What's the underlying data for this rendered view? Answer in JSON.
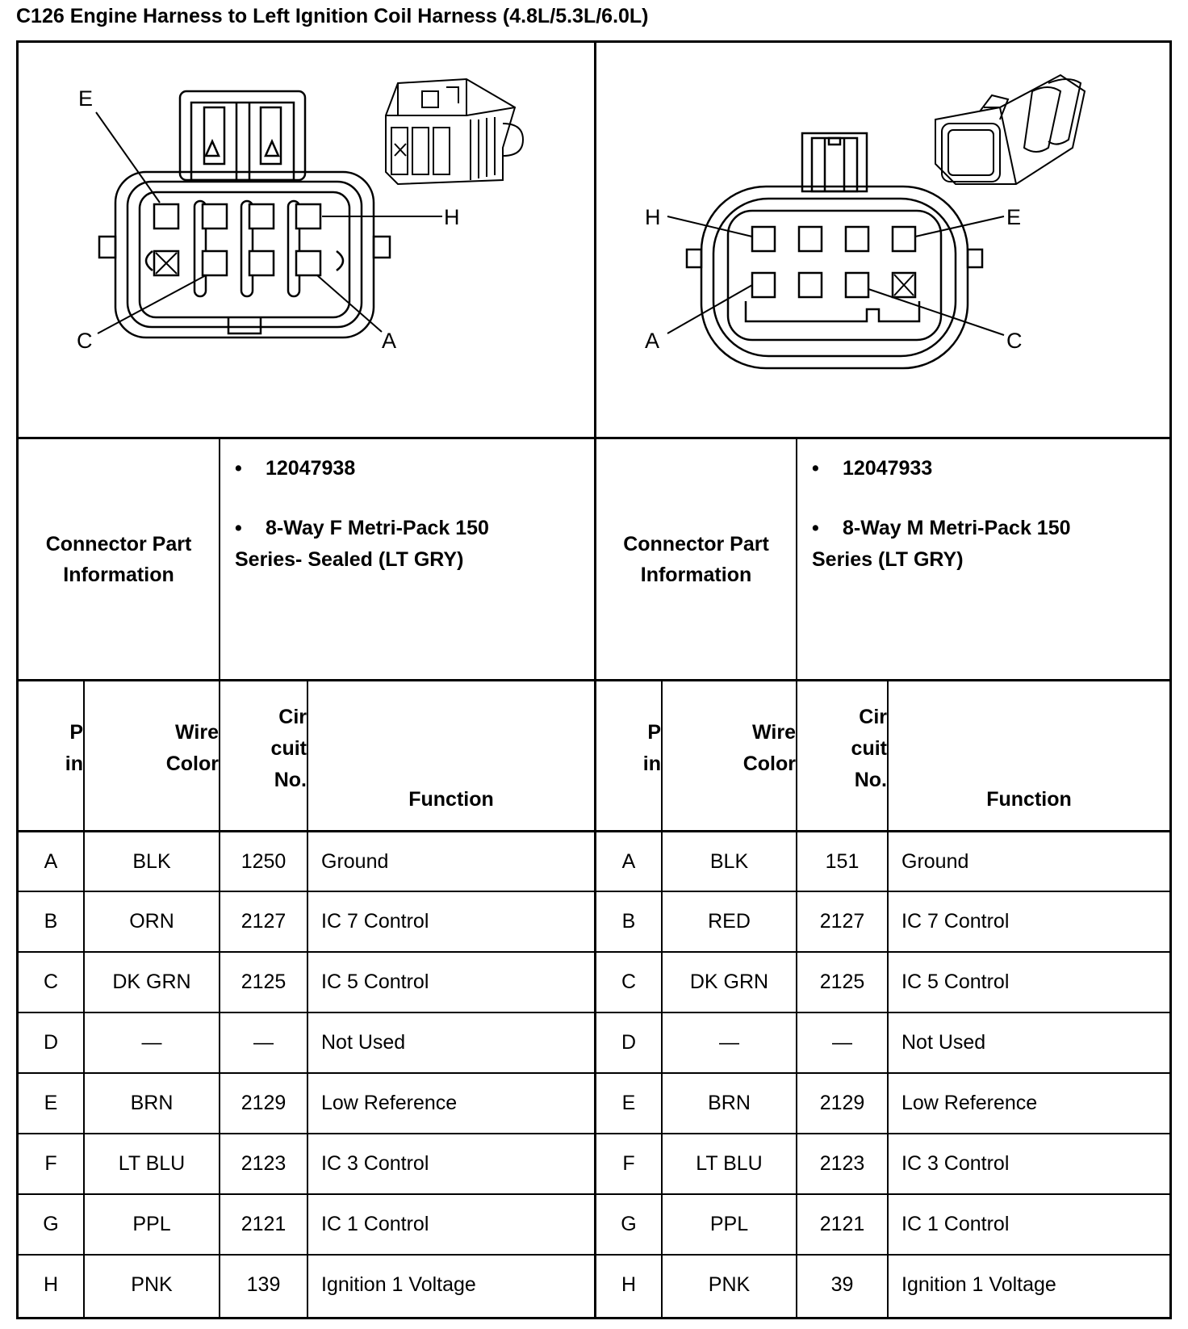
{
  "title": "C126 Engine Harness to Left Ignition Coil Harness (4.8L/5.3L/6.0L)",
  "connectors": [
    {
      "side": "left",
      "pin_labels": {
        "e": "E",
        "h": "H",
        "c": "C",
        "a": "A"
      },
      "info_label_line1": "Connector Part",
      "info_label_line2": "Information",
      "part_number": "12047938",
      "description_line1": "8-Way F Metri-Pack 150",
      "description_line2": "Series- Sealed (LT GRY)",
      "headers": {
        "pin1": "P",
        "pin2": "in",
        "wire1": "Wire",
        "wire2": "Color",
        "cir1": "Cir",
        "cir2": "cuit",
        "cir3": "No.",
        "function": "Function"
      },
      "rows": [
        {
          "pin": "A",
          "color": "BLK",
          "circuit": "1250",
          "function": "Ground"
        },
        {
          "pin": "B",
          "color": "ORN",
          "circuit": "2127",
          "function": "IC 7 Control"
        },
        {
          "pin": "C",
          "color": "DK GRN",
          "circuit": "2125",
          "function": "IC 5 Control"
        },
        {
          "pin": "D",
          "color": "—",
          "circuit": "—",
          "function": "Not Used"
        },
        {
          "pin": "E",
          "color": "BRN",
          "circuit": "2129",
          "function": "Low Reference"
        },
        {
          "pin": "F",
          "color": "LT BLU",
          "circuit": "2123",
          "function": "IC 3 Control"
        },
        {
          "pin": "G",
          "color": "PPL",
          "circuit": "2121",
          "function": "IC 1 Control"
        },
        {
          "pin": "H",
          "color": "PNK",
          "circuit": "139",
          "function": "Ignition 1 Voltage"
        }
      ]
    },
    {
      "side": "right",
      "pin_labels": {
        "e": "E",
        "h": "H",
        "c": "C",
        "a": "A"
      },
      "info_label_line1": "Connector Part",
      "info_label_line2": "Information",
      "part_number": "12047933",
      "description_line1": "8-Way M Metri-Pack 150",
      "description_line2": "Series (LT GRY)",
      "headers": {
        "pin1": "P",
        "pin2": "in",
        "wire1": "Wire",
        "wire2": "Color",
        "cir1": "Cir",
        "cir2": "cuit",
        "cir3": "No.",
        "function": "Function"
      },
      "rows": [
        {
          "pin": "A",
          "color": "BLK",
          "circuit": "151",
          "function": "Ground"
        },
        {
          "pin": "B",
          "color": "RED",
          "circuit": "2127",
          "function": "IC 7 Control"
        },
        {
          "pin": "C",
          "color": "DK GRN",
          "circuit": "2125",
          "function": "IC 5 Control"
        },
        {
          "pin": "D",
          "color": "—",
          "circuit": "—",
          "function": "Not Used"
        },
        {
          "pin": "E",
          "color": "BRN",
          "circuit": "2129",
          "function": "Low Reference"
        },
        {
          "pin": "F",
          "color": "LT BLU",
          "circuit": "2123",
          "function": "IC 3 Control"
        },
        {
          "pin": "G",
          "color": "PPL",
          "circuit": "2121",
          "function": "IC 1 Control"
        },
        {
          "pin": "H",
          "color": "PNK",
          "circuit": "39",
          "function": "Ignition 1 Voltage"
        }
      ]
    }
  ]
}
